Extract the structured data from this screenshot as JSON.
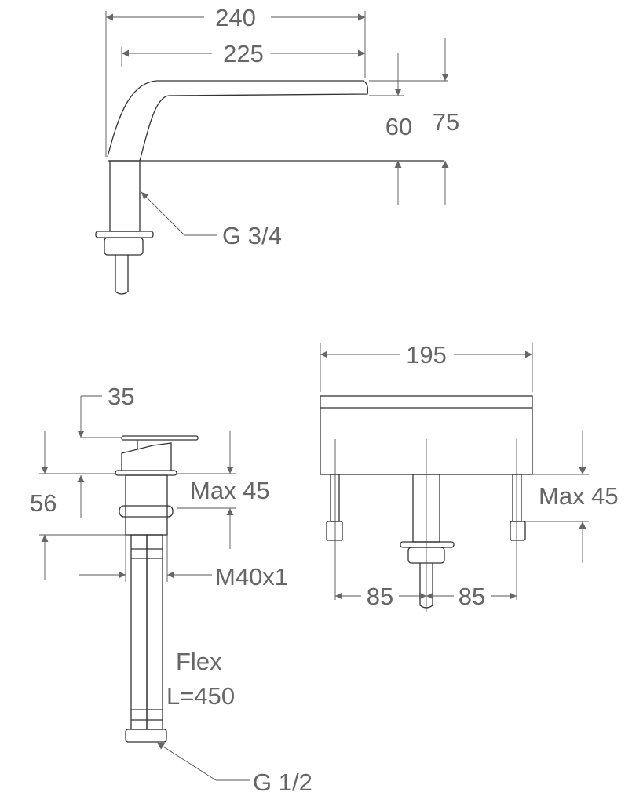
{
  "colors": {
    "line": "#333333",
    "dimension": "#555555",
    "text": "#666666"
  },
  "top_view": {
    "width_overall": "240",
    "width_spout": "225",
    "height_spout": "60",
    "height_overall": "75",
    "thread": "G 3/4"
  },
  "side_view": {
    "lever": "35",
    "height": "56",
    "max_deck": "Max 45",
    "thread": "M40x1",
    "hose": "Flex",
    "hose_length": "L=450",
    "hose_connection": "G 1/2"
  },
  "front_view": {
    "width": "195",
    "max_deck": "Max 45",
    "spacing_left": "85",
    "spacing_right": "85"
  }
}
